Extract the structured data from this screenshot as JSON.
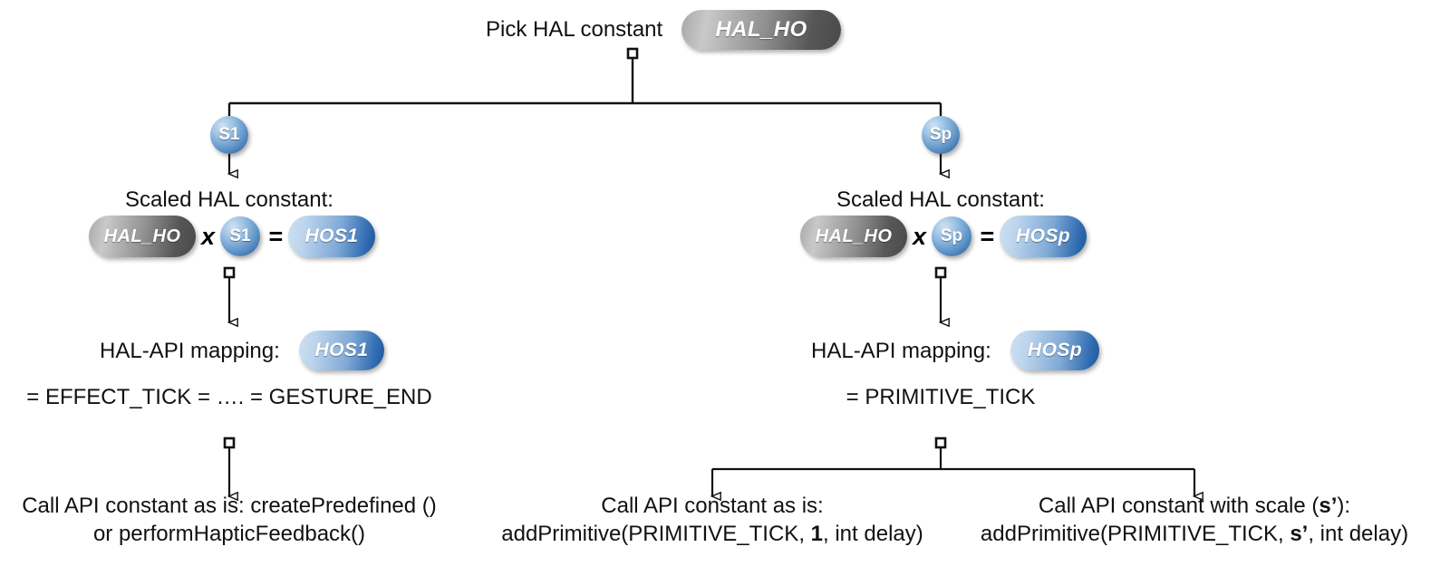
{
  "diagram": {
    "title_text": "Pick HAL constant",
    "root": {
      "label": "Pick HAL constant",
      "token": "HAL_HO"
    },
    "branches": [
      {
        "id": "s1",
        "badge": "S1",
        "scaled": {
          "caption": "Scaled HAL constant:",
          "base_token": "HAL_HO",
          "times_symbol": "x",
          "factor_badge": "S1",
          "equals_symbol": "=",
          "result_token": "HOS1"
        },
        "mapping": {
          "caption": "HAL-API mapping:",
          "token": "HOS1",
          "expression": "= EFFECT_TICK = …. = GESTURE_END"
        },
        "leaves": [
          {
            "line1": "Call API constant as is: createPredefined ()",
            "line2": "or performHapticFeedback()",
            "line2_prefix": "",
            "line2_bold": "",
            "line2_suffix": ""
          }
        ]
      },
      {
        "id": "sp",
        "badge": "Sp",
        "scaled": {
          "caption": "Scaled HAL constant:",
          "base_token": "HAL_HO",
          "times_symbol": "x",
          "factor_badge": "Sp",
          "equals_symbol": "=",
          "result_token": "HOSp"
        },
        "mapping": {
          "caption": "HAL-API mapping:",
          "token": "HOSp",
          "expression": "= PRIMITIVE_TICK"
        },
        "leaves": [
          {
            "line1": "Call API constant as is:",
            "line2_prefix": "addPrimitive(PRIMITIVE_TICK, ",
            "line2_bold": "1",
            "line2_suffix": ", int delay)"
          },
          {
            "line1_prefix": "Call API constant with scale (",
            "line1_bold": "s’",
            "line1_suffix": "):",
            "line2_prefix": "addPrimitive(PRIMITIVE_TICK, ",
            "line2_bold": "s’",
            "line2_suffix": ", int delay)"
          }
        ]
      }
    ],
    "colors": {
      "token_gray_light": "#c9c9c9",
      "token_gray_dark": "#4a4a4a",
      "token_blue_light": "#cfe0f2",
      "token_blue_dark": "#1f5796",
      "badge_blue": "#5f94c8",
      "line": "#111111",
      "text": "#111111",
      "background": "#ffffff"
    }
  }
}
